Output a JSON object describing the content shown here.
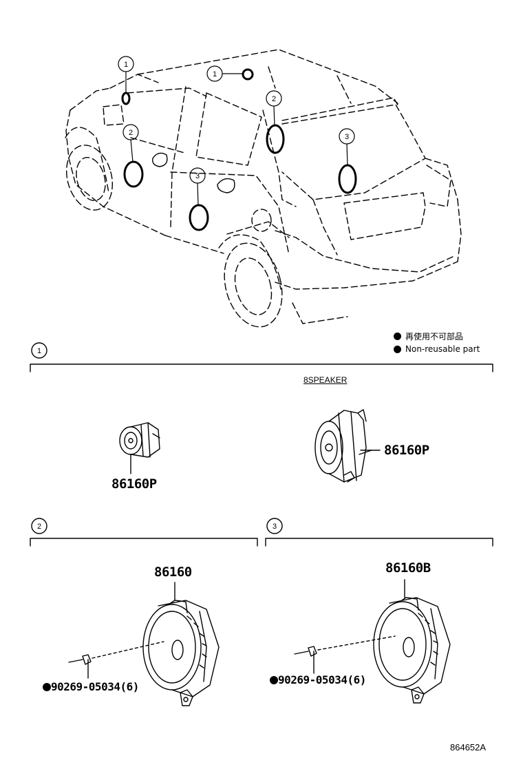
{
  "callouts": {
    "c1": "1",
    "c2": "2",
    "c3": "3"
  },
  "legend": {
    "jp": "再使用不可部品",
    "en": "Non-reusable part"
  },
  "section1": {
    "number": "1",
    "note": "8SPEAKER",
    "part_left": "86160P",
    "part_right": "86160P"
  },
  "section2": {
    "number": "2",
    "part": "86160",
    "screw": "90269-05034(6)"
  },
  "section3": {
    "number": "3",
    "part": "86160B",
    "screw": "90269-05034(6)"
  },
  "figure_code": "864652A"
}
